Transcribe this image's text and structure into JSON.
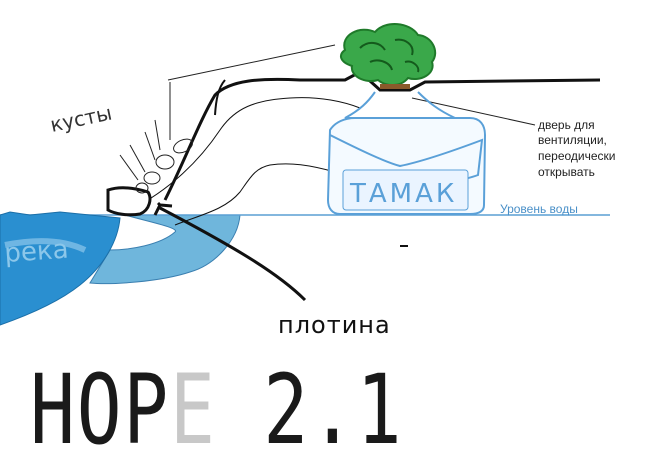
{
  "labels": {
    "bushes": "кусты",
    "river": "река",
    "dam": "плотина",
    "bag": "ТАМАК",
    "water_level": "Уровень воды",
    "vent_line1": "дверь для",
    "vent_line2": "вентиляции,",
    "vent_line3": "переодически",
    "vent_line4": "открывать"
  },
  "title": {
    "part1": "HOP",
    "part2": "E",
    "part3": " 2.1"
  },
  "colors": {
    "water": "#6fb6dc",
    "water_line": "#5a9fd4",
    "river": "#2a8fd0",
    "tree": "#1f8a2a",
    "trunk": "#8a5a2b",
    "bag": "#5aa0d8",
    "ink": "#111111"
  }
}
